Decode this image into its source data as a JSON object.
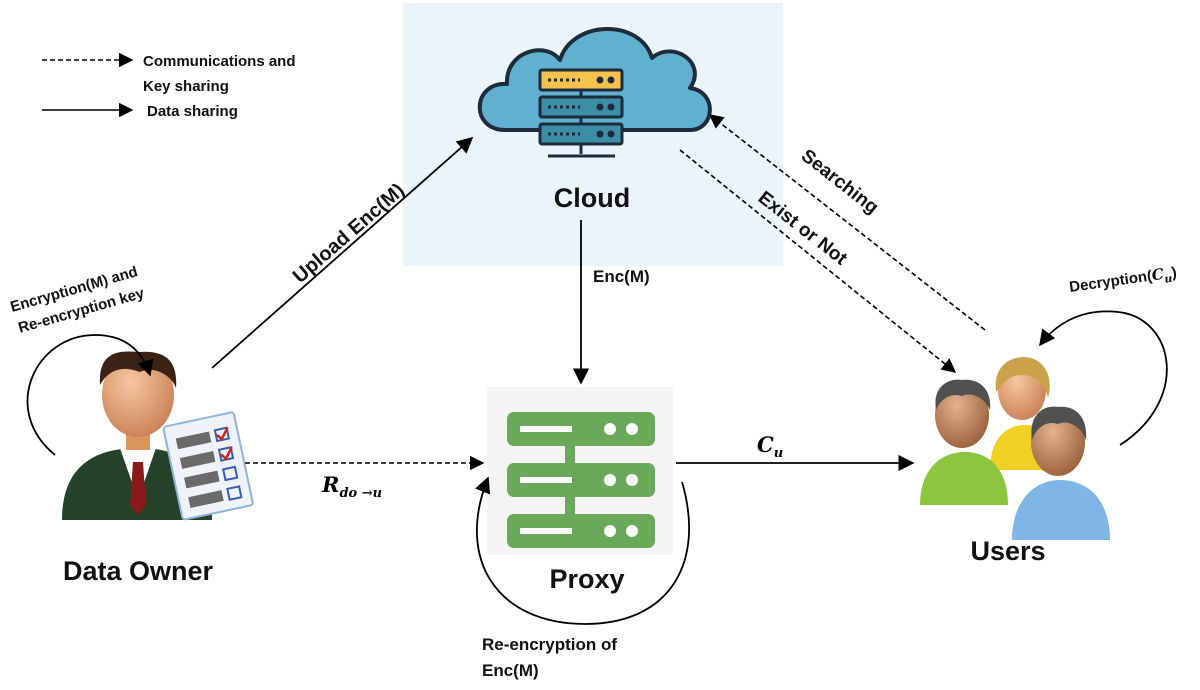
{
  "legend": {
    "dashed_label_line1": "Communications and",
    "dashed_label_line2": "Key sharing",
    "solid_label": "Data sharing"
  },
  "nodes": {
    "cloud": "Cloud",
    "proxy": "Proxy",
    "data_owner": "Data Owner",
    "users": "Users"
  },
  "edges": {
    "upload": "Upload Enc(M)",
    "cloud_to_proxy": "Enc(M)",
    "searching": "Searching",
    "exist_or_not": "Exist or Not",
    "owner_to_proxy": "R",
    "owner_to_proxy_sub": "do →u",
    "proxy_to_users": "C",
    "proxy_to_users_sub": "u"
  },
  "loops": {
    "owner_line1": "Encryption(M) and",
    "owner_line2": "Re-encryption key",
    "users_prefix": "Decryption(",
    "users_var": "C",
    "users_sub": "u",
    "users_suffix": ")",
    "proxy_line1": "Re-encryption of",
    "proxy_line2": "Enc(M)"
  },
  "colors": {
    "cloud_bg": "#eaf4fb",
    "cloud_fill": "#5fb1cf",
    "cloud_stroke": "#1e2b3a",
    "server_green": "#6aa85a",
    "server_yellow": "#f5c34d",
    "server_teal": "#3c8ea6"
  }
}
